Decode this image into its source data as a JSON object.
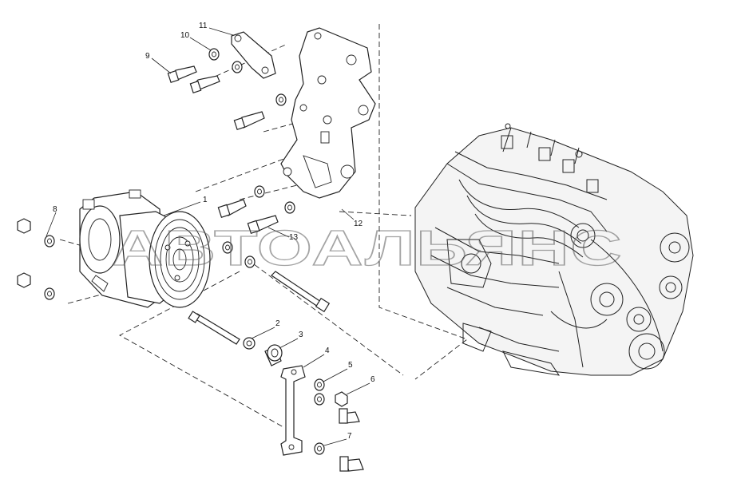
{
  "watermark": "АВТОАЛЬЯНС",
  "callouts": [
    {
      "id": "1",
      "label": "1"
    },
    {
      "id": "2",
      "label": "2"
    },
    {
      "id": "3",
      "label": "3"
    },
    {
      "id": "4",
      "label": "4"
    },
    {
      "id": "5",
      "label": "5"
    },
    {
      "id": "6",
      "label": "6"
    },
    {
      "id": "7",
      "label": "7"
    },
    {
      "id": "8",
      "label": "8"
    },
    {
      "id": "9",
      "label": "9"
    },
    {
      "id": "10",
      "label": "10"
    },
    {
      "id": "11",
      "label": "11"
    },
    {
      "id": "12",
      "label": "12"
    },
    {
      "id": "13",
      "label": "13"
    }
  ]
}
